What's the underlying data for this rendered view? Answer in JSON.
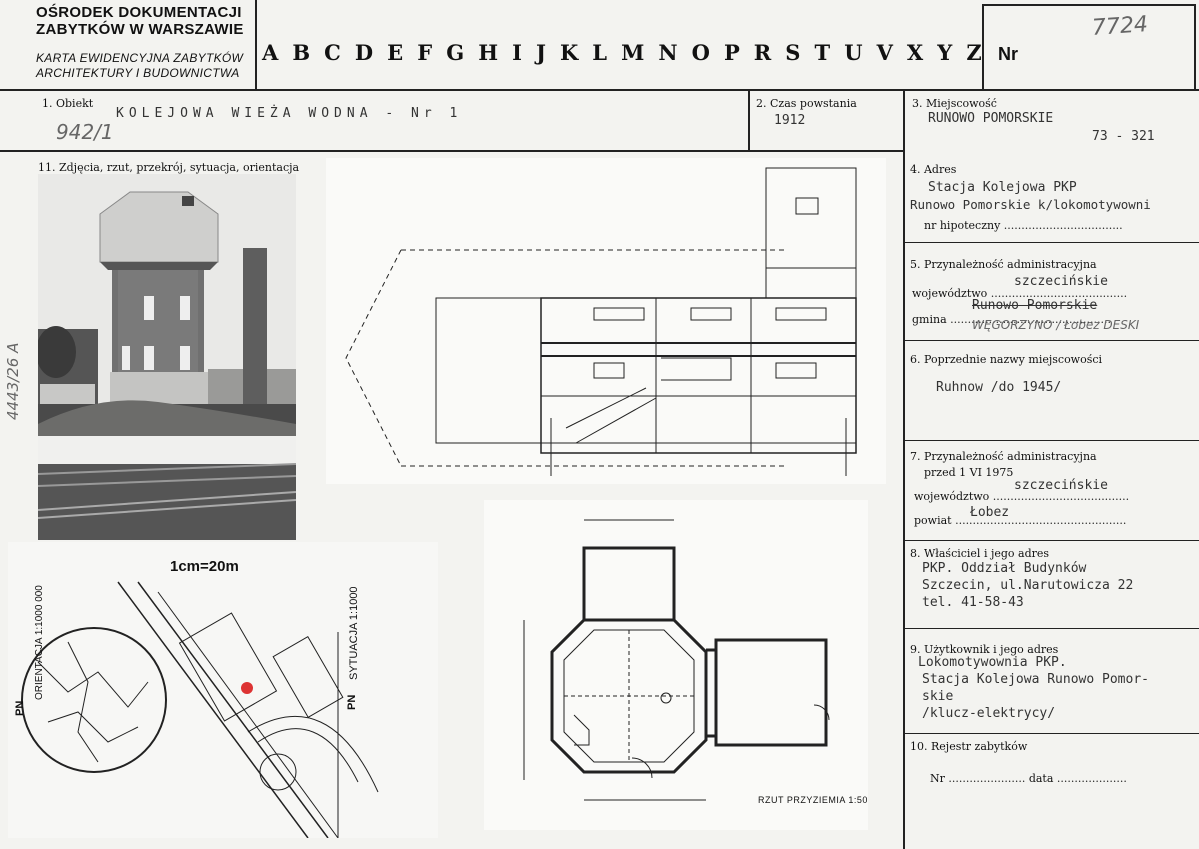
{
  "header": {
    "org_line1": "OŚRODEK DOKUMENTACJI",
    "org_line2": "ZABYTKÓW W WARSZAWIE",
    "card_line1": "KARTA EWIDENCYJNA ZABYTKÓW",
    "card_line2": "ARCHITEKTURY I BUDOWNICTWA",
    "letters": [
      "A",
      "B",
      "C",
      "D",
      "E",
      "F",
      "G",
      "H",
      "I",
      "J",
      "K",
      "L",
      "M",
      "N",
      "O",
      "P",
      "R",
      "S",
      "T",
      "U",
      "V",
      "X",
      "Y",
      "Z"
    ],
    "nr_label": "Nr",
    "nr_value": "7724"
  },
  "fields": {
    "obiekt_label": "1. Obiekt",
    "obiekt_value": "KOLEJOWA WIEŻA WODNA - Nr 1",
    "obiekt_hand": "942/1",
    "czas_label": "2. Czas powstania",
    "czas_value": "1912",
    "miejsc_label": "3. Miejscowość",
    "miejsc_value": "RUNOWO POMORSKIE",
    "miejsc_code": "73 - 321",
    "zdjecia_label": "11. Zdjęcia, rzut, przekrój, sytuacja, orientacja",
    "side_hand": "4443/26 A",
    "adres_label": "4. Adres",
    "adres_line1": "Stacja Kolejowa PKP",
    "adres_line2": "Runowo Pomorskie k/lokomotywowni",
    "nr_hip_label": "nr hipoteczny",
    "przyn_label": "5. Przynależność administracyjna",
    "woj_label": "województwo",
    "woj_value": "szczecińskie",
    "gmina_struck": "Runowo Pomorskie",
    "gmina_label": "gmina",
    "gmina_hand": "WĘGORZYNO / Łobez DESKI",
    "poprz_label": "6. Poprzednie nazwy miejscowości",
    "poprz_value": "Ruhnow /do 1945/",
    "przyn2_label": "7. Przynależność administracyjna",
    "przed_label": "przed 1 VI 1975",
    "woj2_label": "województwo",
    "woj2_value": "szczecińskie",
    "powiat_label": "powiat",
    "powiat_value": "Łobez",
    "wlasc_label": "8. Właściciel i jego adres",
    "wlasc_line1": "PKP. Oddział Budynków",
    "wlasc_line2": "Szczecin, ul.Narutowicza 22",
    "wlasc_line3": "tel. 41-58-43",
    "uzyt_label": "9. Użytkownik i jego adres",
    "uzyt_line1": "Lokomotywownia PKP.",
    "uzyt_line2": "Stacja Kolejowa Runowo Pomor-",
    "uzyt_line3": "skie",
    "uzyt_line4": "/klucz-elektrycy/",
    "rejestr_label": "10. Rejestr zabytków",
    "rejestr_nr": "Nr",
    "rejestr_data": "data"
  },
  "plans": {
    "scale": "1cm=20m",
    "orientacja": "ORIENTACJA 1:1000 000",
    "sytuacja": "SYTUACJA 1:1000",
    "pn": "PN",
    "rzut": "RZUT PRZYZIEMIA 1:50"
  }
}
